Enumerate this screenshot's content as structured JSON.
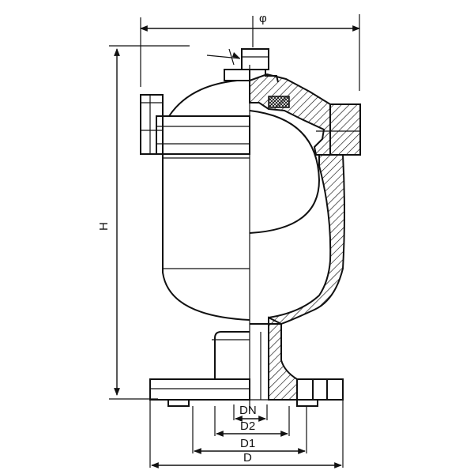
{
  "labels": {
    "phi": "φ",
    "height": "H",
    "dn": "DN",
    "d2": "D2",
    "d1": "D1",
    "d": "D"
  }
}
